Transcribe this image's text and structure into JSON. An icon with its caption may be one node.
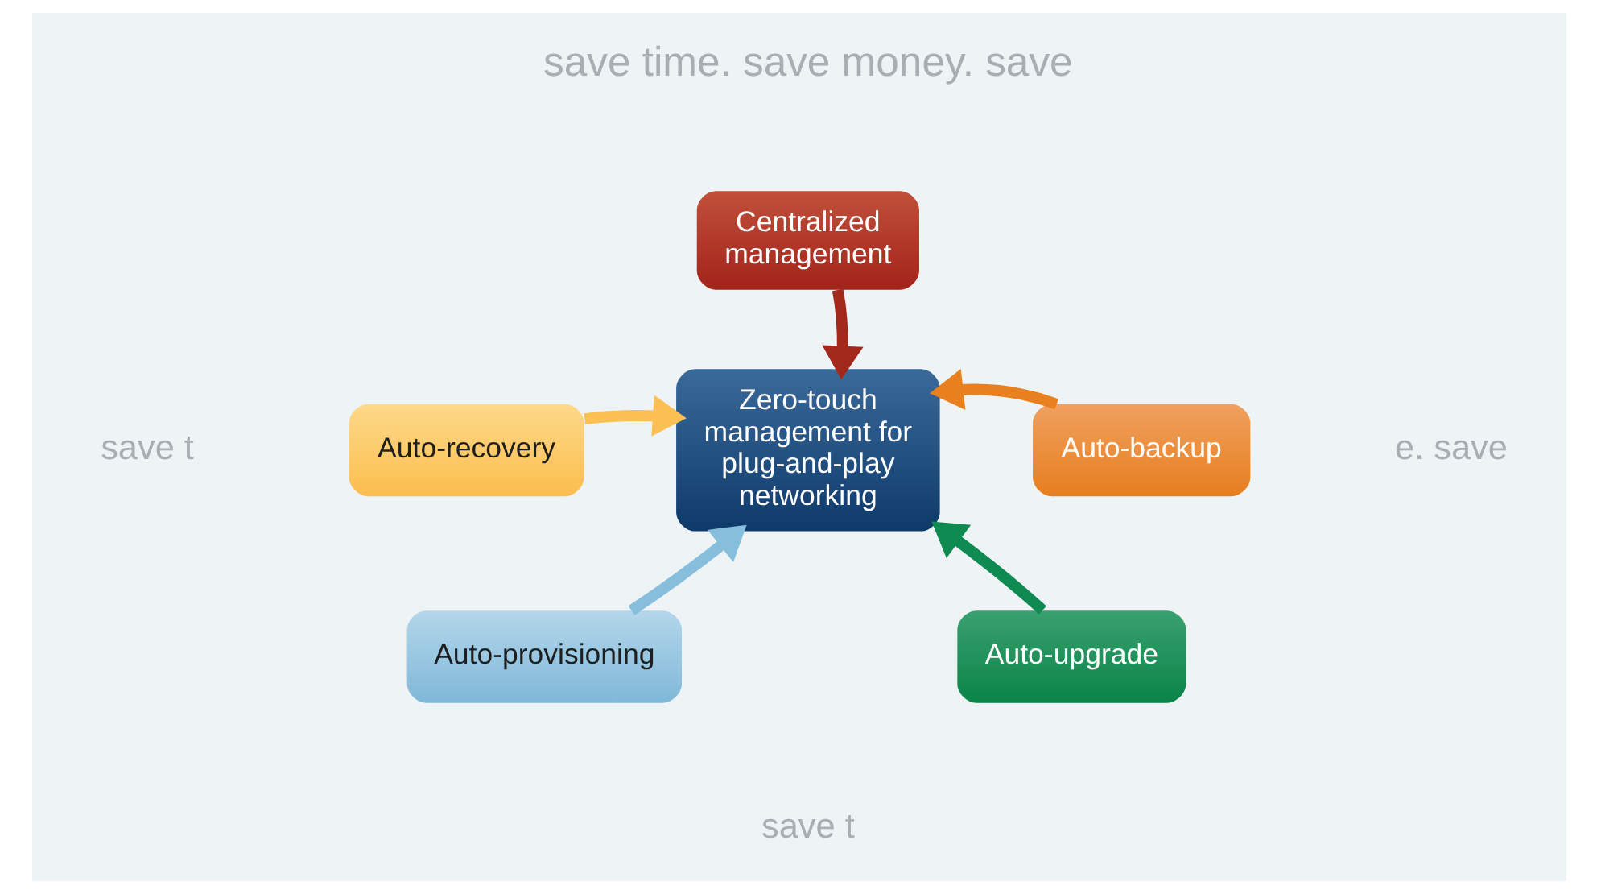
{
  "diagram": {
    "nodes": [
      {
        "text": [
          "Centralized management"
        ]
      },
      {
        "text": [
          "Auto-recovery"
        ]
      },
      {
        "text": [
          "Zero-touch management for plug-and-play networking"
        ]
      },
      {
        "text": [
          "Auto-backup"
        ]
      },
      {
        "text": [
          "Auto-provisioning"
        ]
      },
      {
        "text": [
          "Auto-upgrade"
        ]
      }
    ],
    "edges": [
      {
        "from": 0,
        "to": 2,
        "arrow": "to",
        "color": "#a3281c"
      },
      {
        "from": 1,
        "to": 2,
        "arrow": "to",
        "color": "#fbbf52"
      },
      {
        "from": 3,
        "to": 2,
        "arrow": "to",
        "color": "#e8801f"
      },
      {
        "from": 4,
        "to": 2,
        "arrow": "to",
        "color": "#86bedc"
      },
      {
        "from": 5,
        "to": 2,
        "arrow": "to",
        "color": "#0f8a50"
      }
    ],
    "labels": [
      "save time. save money. save",
      "save t",
      "e. save",
      "save t"
    ]
  }
}
